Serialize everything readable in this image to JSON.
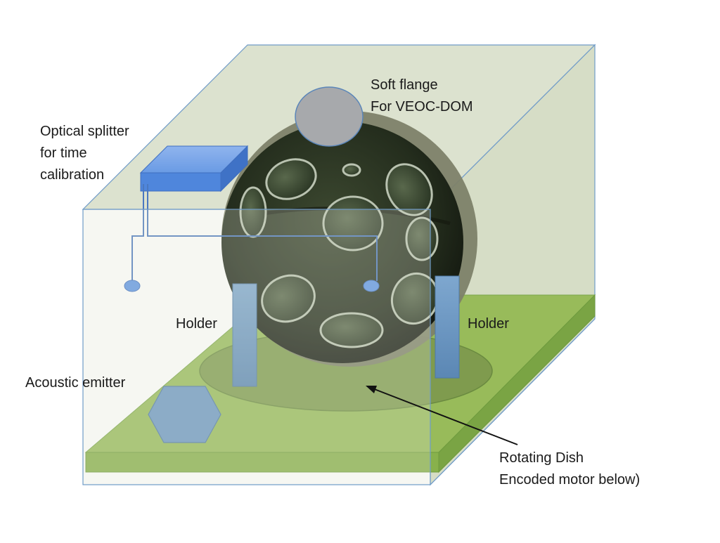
{
  "labels": {
    "soft_flange": [
      "Soft flange",
      "For VEOC-DOM"
    ],
    "optical_splitter": [
      "Optical splitter",
      "for time",
      "calibration"
    ],
    "holder_left": "Holder",
    "holder_right": "Holder",
    "acoustic_emitter": "Acoustic emitter",
    "rotating_dish": [
      "Rotating Dish",
      "Encoded motor below)"
    ]
  },
  "colors": {
    "box_fill": "#dde3d0",
    "box_stroke": "#6f9bc8",
    "floor_top": "#98bb5a",
    "floor_side": "#7da544",
    "dish": "#7f9b4e",
    "sphere_outer": "#7c8068",
    "sphere_inner": "#26301f",
    "flange": "#a7a9ac",
    "splitter": "#4f86dc",
    "holder": "#6e98c3",
    "fiber": "#4a78c0",
    "emitter": "#6d98c4"
  }
}
